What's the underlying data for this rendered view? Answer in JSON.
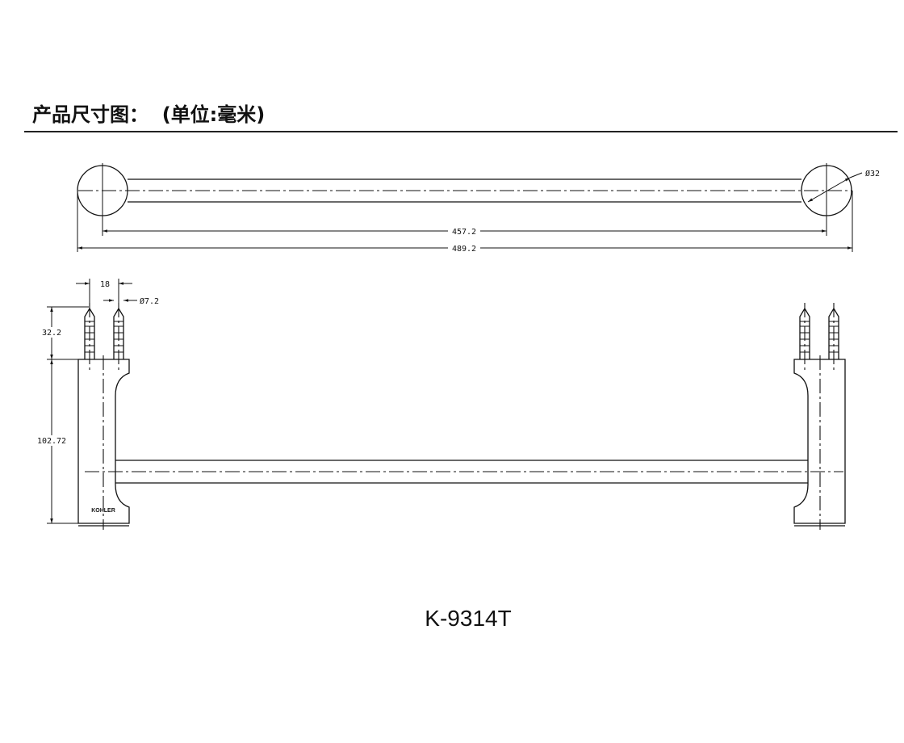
{
  "header": {
    "title": "产品尺寸图：",
    "unit_note": "(单位:毫米)"
  },
  "top_view": {
    "dim_diameter": "Ø32",
    "dim_inner_length": "457.2",
    "dim_overall_length": "489.2"
  },
  "side_view": {
    "dim_screw_spacing": "18",
    "dim_screw_diameter": "Ø7.2",
    "dim_screw_length": "32.2",
    "dim_height": "102.72",
    "brand_mark": "KOHLER"
  },
  "model": "K-9314T"
}
